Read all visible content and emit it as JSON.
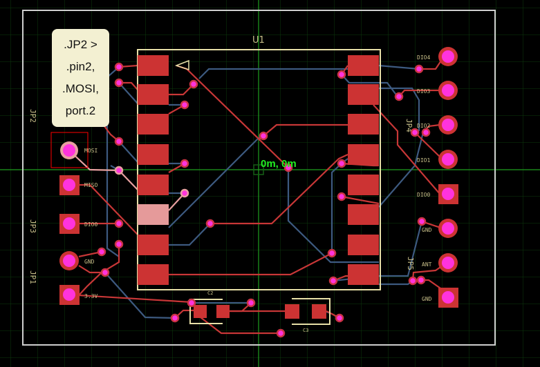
{
  "board": {
    "component_label": "U1",
    "cursor_coordinate": "0m, 0m",
    "colors": {
      "copper_top": "#c83737",
      "copper_bottom": "#3d5a80",
      "via": "#ff33dd",
      "silkscreen": "#c9c08a",
      "grid": "#0c3a0c",
      "origin_axis": "#1fa01f",
      "highlight": "#e8a0a0",
      "selection_box": "#ff0000"
    },
    "headers": {
      "jp2": {
        "label": "JP2",
        "pins": [
          "MOSI"
        ]
      },
      "jp3": {
        "label": "JP3",
        "pins": [
          "MISO",
          "DIO0"
        ]
      },
      "jp1": {
        "label": "JP1",
        "pins": [
          "GND",
          "3.3V"
        ]
      },
      "jp4": {
        "label": "JP4",
        "pins": [
          "DIO4",
          "DIO3",
          "DIO2",
          "DIO1",
          "DIO0"
        ]
      },
      "jp5": {
        "label": "JP5",
        "pins": [
          "GND",
          "ANT",
          "GND"
        ]
      }
    },
    "capacitors": [
      {
        "label": "C2"
      },
      {
        "label": "C3"
      }
    ]
  },
  "tooltip": {
    "lines": [
      ".JP2 >",
      ".pin2,",
      ".MOSI,",
      "port.2"
    ]
  }
}
